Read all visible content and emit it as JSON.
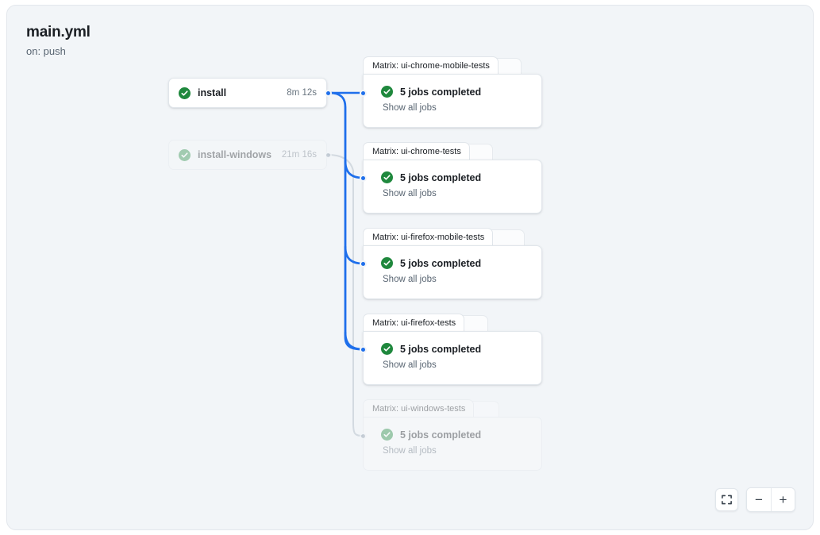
{
  "workflow": {
    "title": "main.yml",
    "trigger": "on: push"
  },
  "colors": {
    "canvas_bg": "#f2f5f8",
    "card_bg": "#ffffff",
    "edge_active": "#1f6feb",
    "edge_dim": "#d3dae1",
    "status_success": "#1f883d",
    "text_primary": "#1b1f24",
    "text_muted": "#5a6673",
    "border": "#e1e6eb"
  },
  "jobs": [
    {
      "name": "install",
      "duration": "8m 12s",
      "status_icon": "success-check-icon",
      "dimmed": false
    },
    {
      "name": "install-windows",
      "duration": "21m 16s",
      "status_icon": "success-check-icon",
      "dimmed": true
    }
  ],
  "matrices": [
    {
      "tab_label": "Matrix: ui-chrome-mobile-tests",
      "summary": "5 jobs completed",
      "link_label": "Show all jobs",
      "status_icon": "success-check-icon",
      "dimmed": false
    },
    {
      "tab_label": "Matrix: ui-chrome-tests",
      "summary": "5 jobs completed",
      "link_label": "Show all jobs",
      "status_icon": "success-check-icon",
      "dimmed": false
    },
    {
      "tab_label": "Matrix: ui-firefox-mobile-tests",
      "summary": "5 jobs completed",
      "link_label": "Show all jobs",
      "status_icon": "success-check-icon",
      "dimmed": false
    },
    {
      "tab_label": "Matrix: ui-firefox-tests",
      "summary": "5 jobs completed",
      "link_label": "Show all jobs",
      "status_icon": "success-check-icon",
      "dimmed": false
    },
    {
      "tab_label": "Matrix: ui-windows-tests",
      "summary": "5 jobs completed",
      "link_label": "Show all jobs",
      "status_icon": "success-check-icon",
      "dimmed": true
    }
  ],
  "zoom_controls": {
    "fit_icon": "fit-to-screen-icon",
    "zoom_out_label": "−",
    "zoom_in_label": "+"
  }
}
